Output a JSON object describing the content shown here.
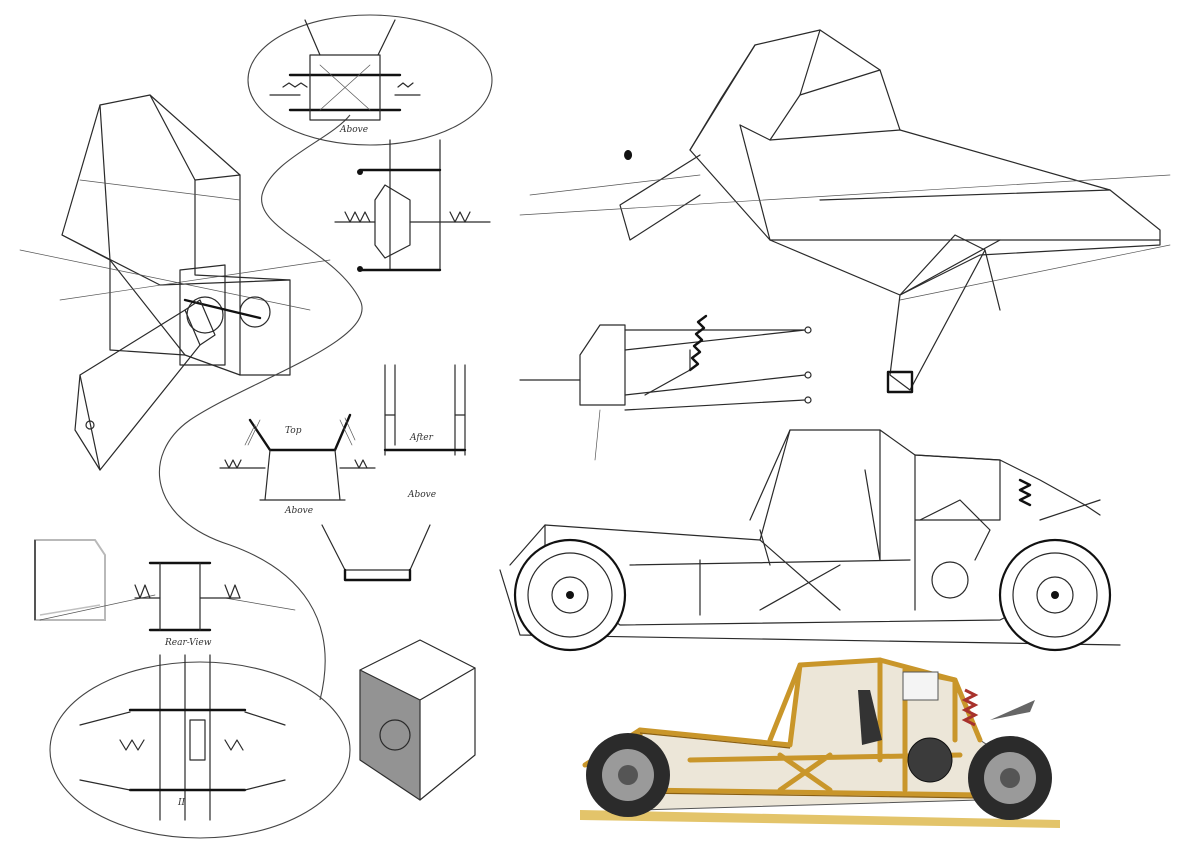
{
  "annotations": {
    "above_top": "Above",
    "top_view": "Top",
    "above_mid": "Above",
    "rear_view": "Rear-View",
    "bottom_mark": "II",
    "after": "After",
    "above_small": "Above"
  },
  "colors": {
    "paper": "#ffffff",
    "pencil": "#2a2a2a",
    "frame_tube": "#c9962a",
    "frame_tube_shadow": "#8a5f12",
    "body_panel": "#ece6d8",
    "shock_spring": "#a8322c",
    "tyre": "#2b2b2b",
    "ground_sand": "#e3c46a"
  },
  "icons": {
    "wheel": "wheel-icon",
    "engine": "engine-icon",
    "shock": "shock-absorber-icon",
    "cv_joint": "cv-joint-icon"
  }
}
